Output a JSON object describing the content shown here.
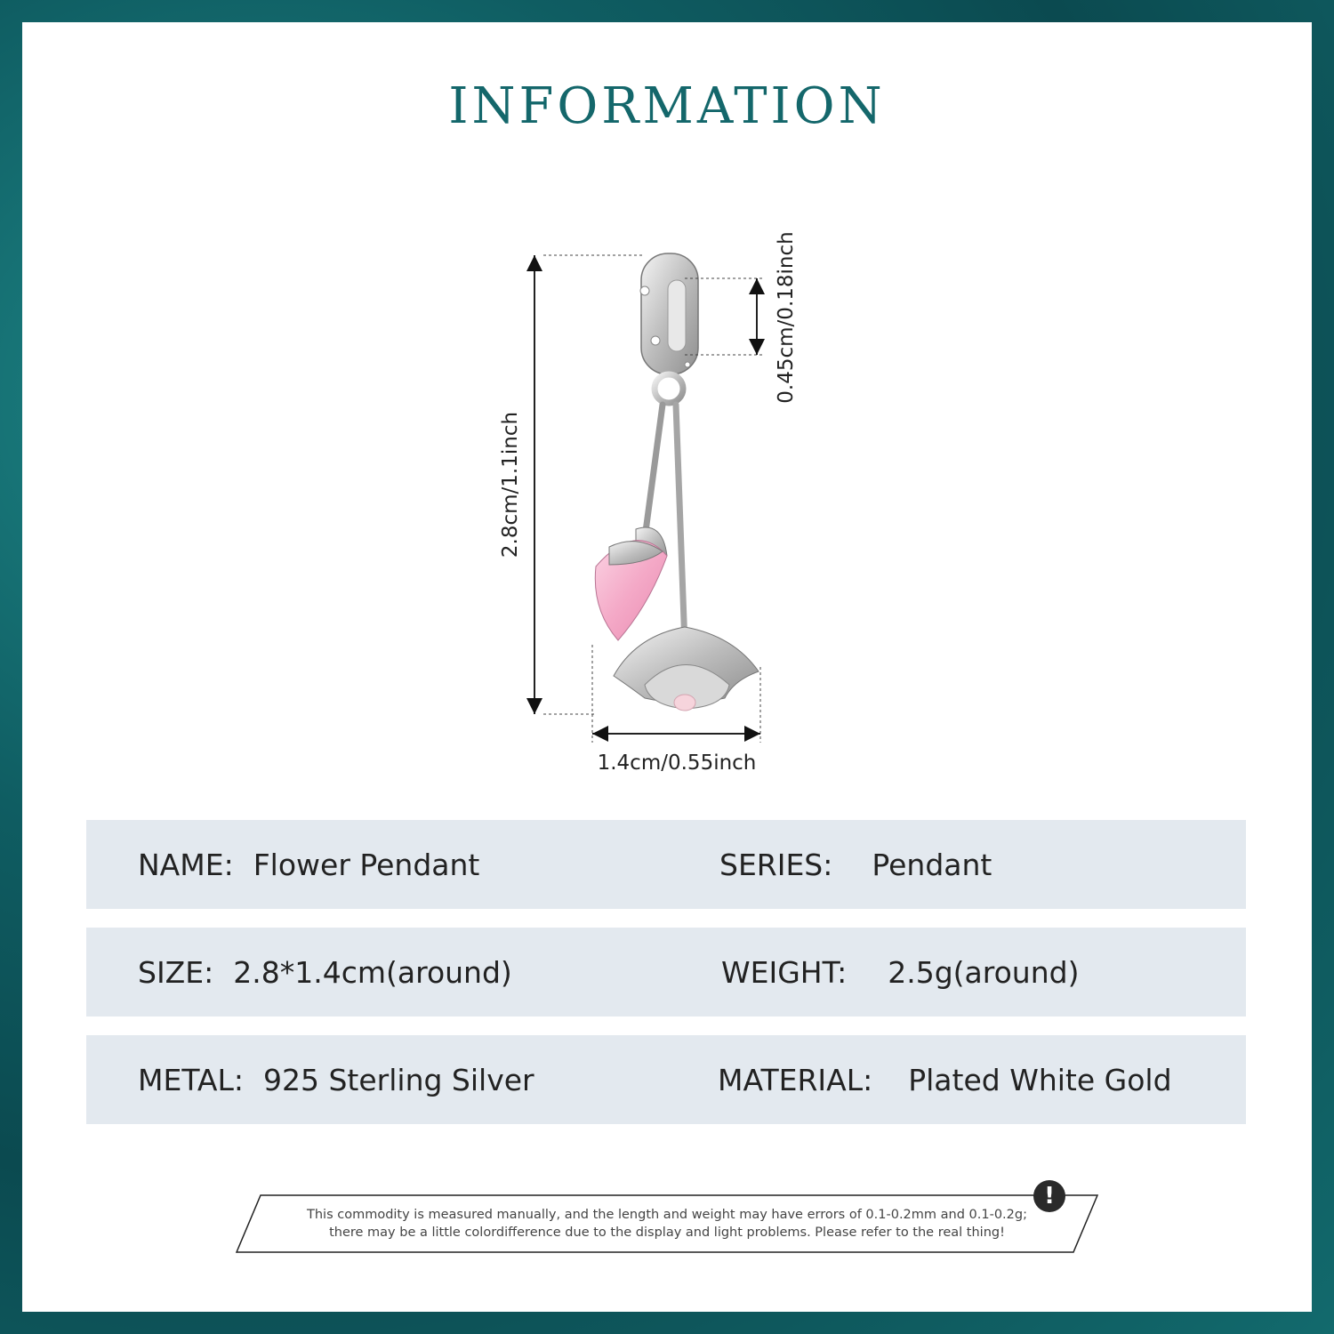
{
  "header": {
    "title": "INFORMATION"
  },
  "dimensions": {
    "height": "2.8cm/1.1inch",
    "width": "1.4cm/0.55inch",
    "hole": "0.45cm/0.18inch"
  },
  "specs": [
    {
      "left_key": "NAME:",
      "left_value": "Flower Pendant",
      "right_key": "SERIES:",
      "right_value": "Pendant"
    },
    {
      "left_key": "SIZE:",
      "left_value": "2.8*1.4cm(around)",
      "right_key": "WEIGHT:",
      "right_value": "2.5g(around)"
    },
    {
      "left_key": "METAL:",
      "left_value": "925 Sterling Silver",
      "right_key": "MATERIAL:",
      "right_value": "Plated White Gold"
    }
  ],
  "disclaimer": {
    "line1": "This commodity is measured manually, and the length and weight may have errors of 0.1-0.2mm and 0.1-0.2g;",
    "line2": "there may be a little colordifference due to the display and light problems. Please refer to the real thing!",
    "icon": "exclamation-icon"
  },
  "colors": {
    "title": "#14676b",
    "row_bg": "#e3e9ef",
    "border": "#0f5d62",
    "gem": "#f4a9c7"
  }
}
